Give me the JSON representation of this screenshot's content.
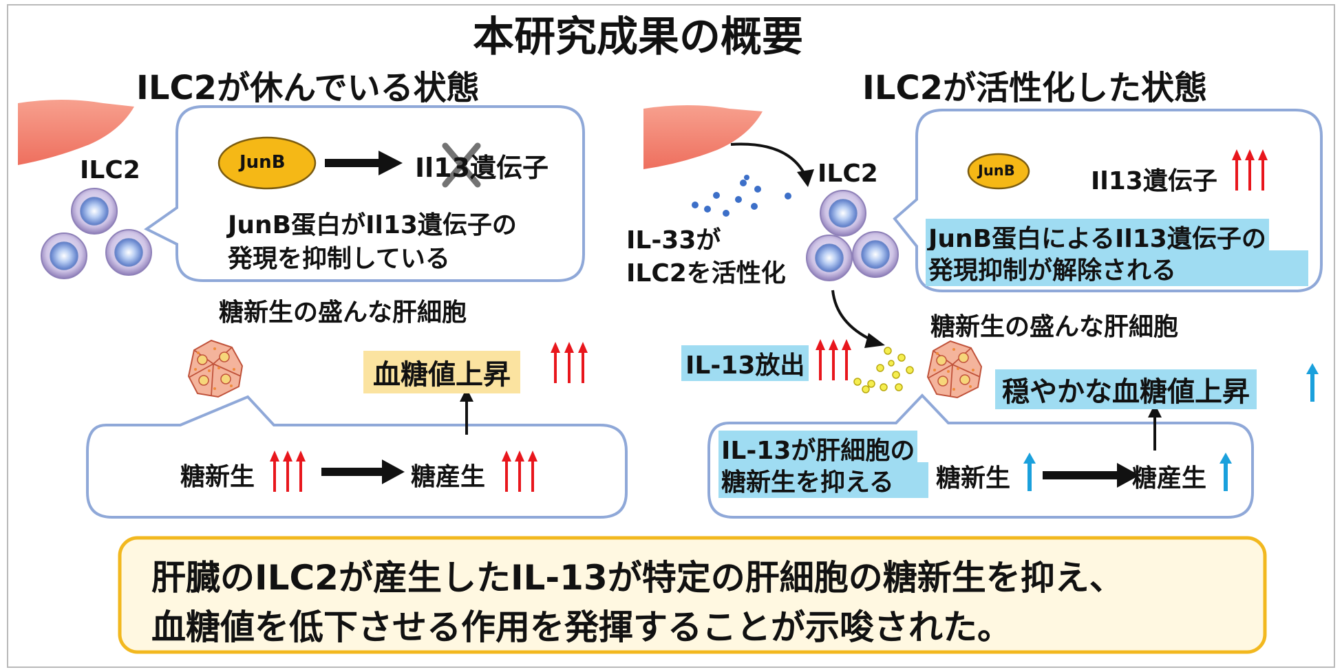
{
  "title": "本研究成果の概要",
  "left": {
    "heading": "ILC2が休んでいる状態",
    "cell_label": "ILC2",
    "bubble": {
      "protein": "JunB",
      "gene": "Il13遺伝子",
      "caption_line1": "JunB蛋白がIl13遺伝子の",
      "caption_line2": "発現を抑制している"
    },
    "hepatocyte_label": "糖新生の盛んな肝細胞",
    "blood_glucose": "血糖値上昇",
    "box": {
      "gluconeogenesis": "糖新生",
      "glucose_production": "糖産生"
    }
  },
  "right": {
    "heading": "ILC2が活性化した状態",
    "cell_label": "ILC2",
    "il33_line1": "IL-33が",
    "il33_line2": "ILC2を活性化",
    "bubble": {
      "protein": "JunB",
      "gene": "Il13遺伝子",
      "caption_line1": "JunB蛋白によるIl13遺伝子の",
      "caption_line2": "発現抑制が解除される"
    },
    "hepatocyte_label": "糖新生の盛んな肝細胞",
    "il13_release": "IL-13放出",
    "blood_glucose": "穏やかな血糖値上昇",
    "box": {
      "note_line1": "IL-13が肝細胞の",
      "note_line2": "糖新生を抑える",
      "gluconeogenesis": "糖新生",
      "glucose_production": "糖産生"
    }
  },
  "conclusion": {
    "line1": "肝臓のILC2が産生したIL-13が特定の肝細胞の糖新生を抑え、",
    "line2": "血糖値を低下させる作用を発揮することが示唆された。"
  },
  "colors": {
    "bubble_border": "#8fa8d8",
    "highlight_blue": "#9fdcf2",
    "highlight_yellow": "#fbe3a0",
    "up_red": "#e8161c",
    "up_blue": "#1aa0dc",
    "junb_fill": "#f5b816",
    "conclusion_border": "#f2b81f",
    "conclusion_fill": "#fff8e1"
  }
}
